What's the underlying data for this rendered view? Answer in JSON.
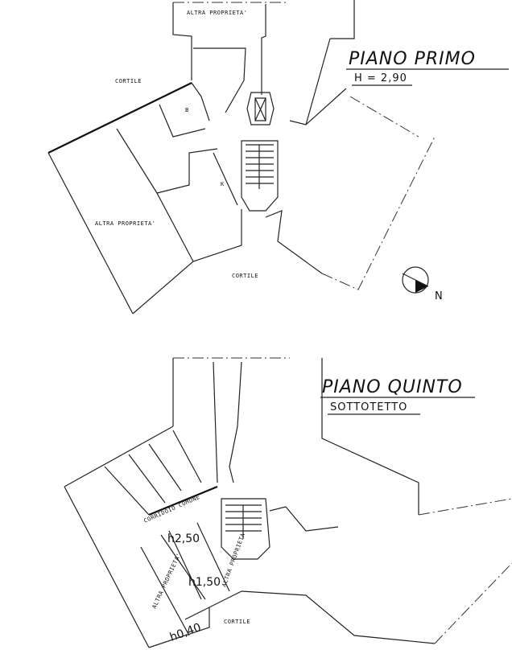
{
  "plan_top": {
    "title": "PIANO PRIMO",
    "height_note": "H = 2,90",
    "labels": {
      "altra_proprieta_top": "ALTRA PROPRIETA'",
      "cortile_left": "CORTILE",
      "room_b": "B",
      "room_k": "K",
      "altra_proprieta_left": "ALTRA PROPRIETA'",
      "cortile_bottom": "CORTILE"
    },
    "north_label": "N"
  },
  "plan_bottom": {
    "title": "PIANO QUINTO",
    "subtitle": "SOTTOTETTO",
    "labels": {
      "corridoio": "CORRIDOIO COMUNE",
      "altra_proprieta_left": "ALTRA PROPRIETA'",
      "altra_proprieta_right": "ALTRA PROPRIETA'",
      "h250": "h2,50",
      "h150": "h1,50",
      "h040": "h0,40",
      "cortile": "CORTILE"
    }
  }
}
